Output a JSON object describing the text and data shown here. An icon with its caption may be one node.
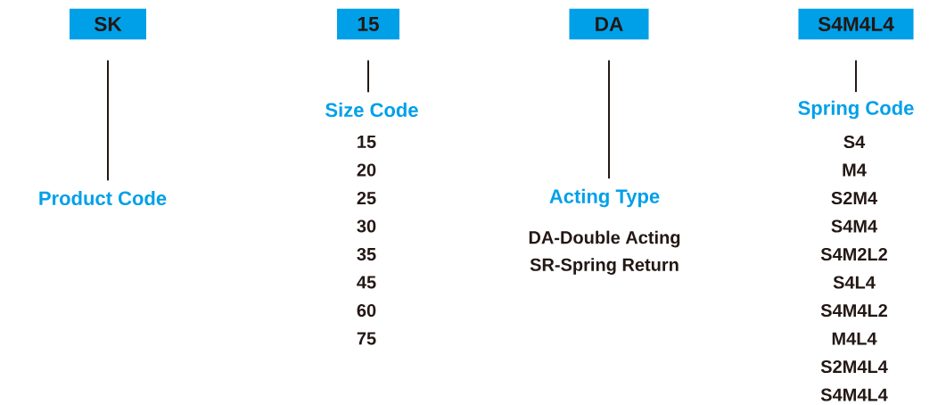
{
  "diagram": {
    "nodes": [
      {
        "text": [
          "SK"
        ]
      },
      {
        "text": [
          "15"
        ]
      },
      {
        "text": [
          "DA"
        ]
      },
      {
        "text": [
          "S4M4L4"
        ]
      },
      {
        "text": [
          "Product Code"
        ]
      },
      {
        "text": [
          "Size Code"
        ],
        "beside": [
          "15",
          "20",
          "25",
          "30",
          "35",
          "45",
          "60",
          "75"
        ]
      },
      {
        "text": [
          "Acting Type"
        ],
        "beside": [
          "DA-Double Acting",
          "SR-Spring Return"
        ]
      },
      {
        "text": [
          "Spring Code"
        ],
        "beside": [
          "S4",
          "M4",
          "S2M4",
          "S4M4",
          "S4M2L2",
          "S4L4",
          "S4M4L2",
          "M4L4",
          "S2M4L4",
          "S4M4L4"
        ]
      }
    ],
    "edges": [
      {
        "from": 0,
        "to": 4,
        "arrow": "none"
      },
      {
        "from": 1,
        "to": 5,
        "arrow": "none"
      },
      {
        "from": 2,
        "to": 6,
        "arrow": "none"
      },
      {
        "from": 3,
        "to": 7,
        "arrow": "none"
      }
    ]
  }
}
